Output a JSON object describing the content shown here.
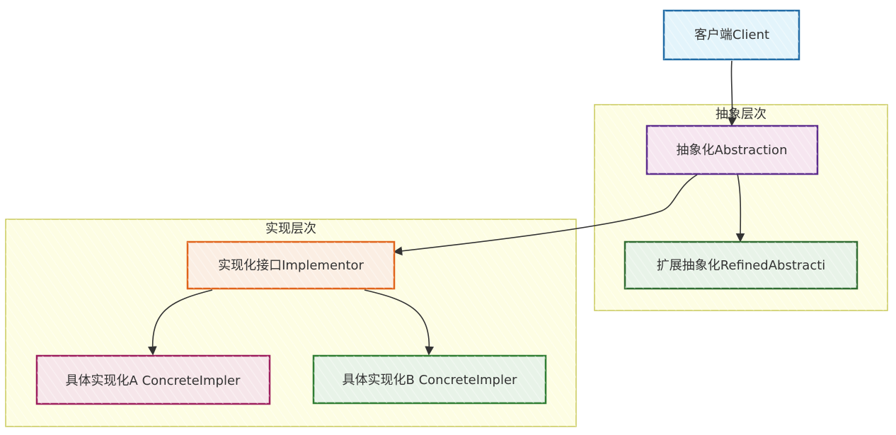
{
  "groups": {
    "abstraction_layer": {
      "label": "抽象层次",
      "fill": "#fdfde3",
      "stroke": "#c9c95a"
    },
    "implementation_layer": {
      "label": "实现层次",
      "fill": "#fdfde3",
      "stroke": "#c9c95a"
    }
  },
  "nodes": {
    "client": {
      "label": "客户端Client",
      "fill": "#e3f4fb",
      "stroke": "#1f6aa5"
    },
    "abstraction": {
      "label": "抽象化Abstraction",
      "fill": "#f6e6f0",
      "stroke": "#5b2a8c"
    },
    "refined_abstraction": {
      "label": "扩展抽象化RefinedAbstracti",
      "fill": "#e8f3e8",
      "stroke": "#2e6b30"
    },
    "implementor": {
      "label": "实现化接口Implementor",
      "fill": "#fbeee3",
      "stroke": "#e0631a"
    },
    "concrete_a": {
      "label": "具体实现化A ConcreteImpler",
      "fill": "#f6e6ea",
      "stroke": "#9c1d5d"
    },
    "concrete_b": {
      "label": "具体实现化B ConcreteImpler",
      "fill": "#e8f3e8",
      "stroke": "#2e7d32"
    }
  },
  "edge_color": "#333333"
}
